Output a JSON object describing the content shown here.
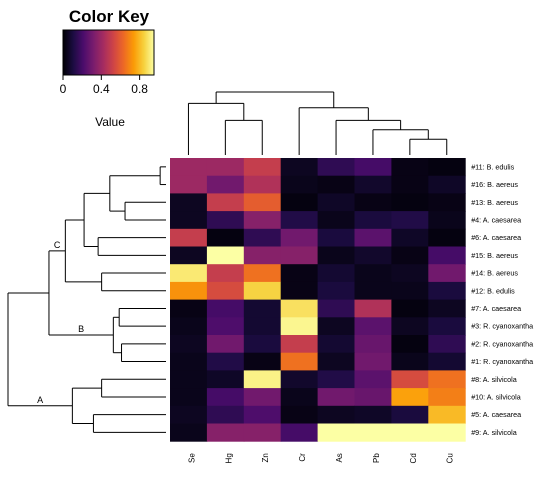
{
  "chart_data": {
    "type": "heatmap",
    "title": "",
    "color_key": {
      "title": "Color Key",
      "axis_label": "Value",
      "ticks": [
        "0",
        "0.4",
        "0.8"
      ],
      "range": [
        0,
        0.95
      ],
      "palette": [
        "#000004",
        "#1b0c41",
        "#4a0c6b",
        "#781c6d",
        "#a52c60",
        "#cf4446",
        "#ed6925",
        "#fb9b06",
        "#f7d13d",
        "#fcffa4"
      ]
    },
    "columns": [
      "Se",
      "Hg",
      "Zn",
      "Cr",
      "As",
      "Pb",
      "Cd",
      "Cu"
    ],
    "rows": [
      {
        "label": "#11: B. edulis",
        "values": [
          0.4,
          0.4,
          0.5,
          0.05,
          0.15,
          0.2,
          0.03,
          0.02
        ]
      },
      {
        "label": "#16: B. aereus",
        "values": [
          0.4,
          0.3,
          0.45,
          0.04,
          0.03,
          0.07,
          0.03,
          0.06
        ]
      },
      {
        "label": "#13: B. aereus",
        "values": [
          0.05,
          0.5,
          0.6,
          0.02,
          0.06,
          0.03,
          0.02,
          0.03
        ]
      },
      {
        "label": "#4: A. caesarea",
        "values": [
          0.05,
          0.15,
          0.35,
          0.12,
          0.04,
          0.1,
          0.12,
          0.04
        ]
      },
      {
        "label": "#6: A. caesarea",
        "values": [
          0.5,
          0.02,
          0.15,
          0.3,
          0.1,
          0.25,
          0.06,
          0.02
        ]
      },
      {
        "label": "#15: B. aereus",
        "values": [
          0.05,
          0.95,
          0.35,
          0.35,
          0.04,
          0.07,
          0.03,
          0.2
        ]
      },
      {
        "label": "#14: B. aereus",
        "values": [
          0.9,
          0.5,
          0.65,
          0.03,
          0.08,
          0.04,
          0.05,
          0.3
        ]
      },
      {
        "label": "#12: B. edulis",
        "values": [
          0.72,
          0.55,
          0.85,
          0.03,
          0.1,
          0.04,
          0.04,
          0.1
        ]
      },
      {
        "label": "#7: A. caesarea",
        "values": [
          0.03,
          0.2,
          0.08,
          0.88,
          0.15,
          0.45,
          0.02,
          0.05
        ]
      },
      {
        "label": "#3: R. cyanoxantha",
        "values": [
          0.04,
          0.22,
          0.08,
          0.93,
          0.05,
          0.25,
          0.05,
          0.1
        ]
      },
      {
        "label": "#2: R. cyanoxantha",
        "values": [
          0.05,
          0.3,
          0.1,
          0.5,
          0.08,
          0.28,
          0.02,
          0.15
        ]
      },
      {
        "label": "#1: R. cyanoxantha",
        "values": [
          0.04,
          0.12,
          0.03,
          0.65,
          0.05,
          0.3,
          0.04,
          0.08
        ]
      },
      {
        "label": "#8: A. silvicola",
        "values": [
          0.04,
          0.06,
          0.92,
          0.07,
          0.12,
          0.25,
          0.55,
          0.65
        ]
      },
      {
        "label": "#10: A. silvicola",
        "values": [
          0.04,
          0.2,
          0.3,
          0.04,
          0.3,
          0.28,
          0.75,
          0.68
        ]
      },
      {
        "label": "#5: A. caesarea",
        "values": [
          0.05,
          0.15,
          0.22,
          0.03,
          0.05,
          0.06,
          0.1,
          0.8
        ]
      },
      {
        "label": "#9: A. silvicola",
        "values": [
          0.04,
          0.35,
          0.35,
          0.2,
          0.95,
          0.95,
          0.95,
          0.95
        ]
      }
    ],
    "row_dendrogram": {
      "cluster_labels": [
        "A",
        "B",
        "C"
      ],
      "merges": [
        [
          0,
          1,
          0.05
        ],
        [
          2,
          3,
          0.35
        ],
        [
          16,
          17,
          0.48
        ],
        [
          4,
          5,
          0.58
        ],
        [
          18,
          19,
          0.7
        ],
        [
          6,
          7,
          0.55
        ],
        [
          20,
          21,
          0.86
        ],
        [
          8,
          9,
          0.4
        ],
        [
          10,
          11,
          0.38
        ],
        [
          23,
          24,
          0.45
        ],
        [
          12,
          13,
          0.55
        ],
        [
          14,
          15,
          0.62
        ],
        [
          26,
          27,
          0.8
        ],
        [
          22,
          25,
          1.0
        ],
        [
          29,
          28,
          1.35
        ]
      ]
    },
    "column_dendrogram": {
      "merges": [
        [
          1,
          2,
          0.55
        ],
        [
          0,
          8,
          0.82
        ],
        [
          6,
          7,
          0.25
        ],
        [
          5,
          10,
          0.4
        ],
        [
          4,
          11,
          0.55
        ],
        [
          3,
          12,
          0.75
        ],
        [
          9,
          13,
          1.0
        ]
      ]
    }
  }
}
